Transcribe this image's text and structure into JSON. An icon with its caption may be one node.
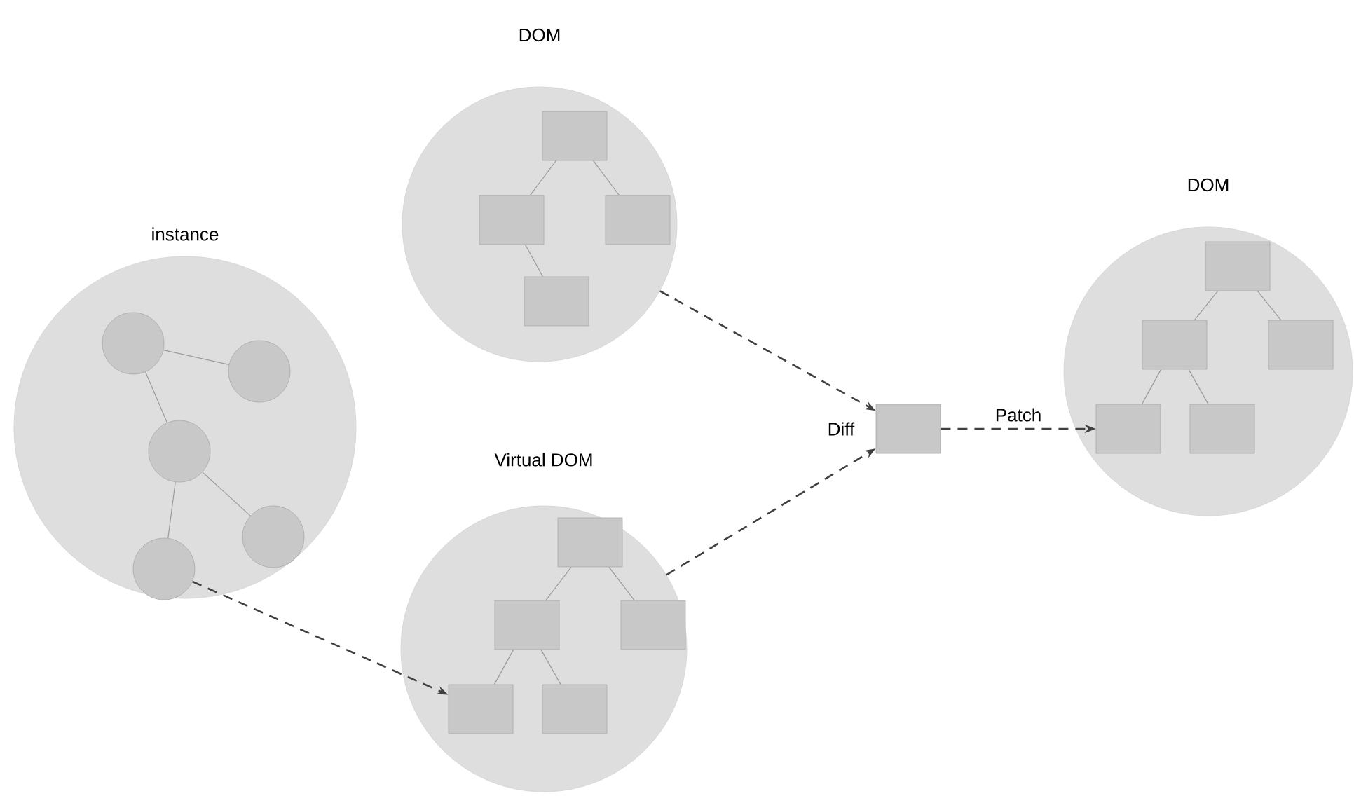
{
  "diagram": {
    "nodes": [
      {
        "text": [
          "instance"
        ]
      },
      {
        "text": [],
        "shape": "circle",
        "in": 0
      },
      {
        "text": [],
        "shape": "circle",
        "in": 0
      },
      {
        "text": [],
        "shape": "circle",
        "in": 0
      },
      {
        "text": [],
        "shape": "circle",
        "in": 0
      },
      {
        "text": [],
        "shape": "circle",
        "in": 0
      },
      {
        "text": [
          "DOM"
        ]
      },
      {
        "text": [],
        "shape": "box",
        "in": 6
      },
      {
        "text": [],
        "shape": "box",
        "in": 6
      },
      {
        "text": [],
        "shape": "box",
        "in": 6
      },
      {
        "text": [],
        "shape": "box",
        "in": 6
      },
      {
        "text": [
          "Virtual DOM"
        ]
      },
      {
        "text": [],
        "shape": "box",
        "in": 11
      },
      {
        "text": [],
        "shape": "box",
        "in": 11
      },
      {
        "text": [],
        "shape": "box",
        "in": 11
      },
      {
        "text": [],
        "shape": "box",
        "in": 11
      },
      {
        "text": [],
        "shape": "box",
        "in": 11
      },
      {
        "text": [],
        "shape": "box",
        "beside": [
          "Diff"
        ]
      },
      {
        "text": [
          "DOM"
        ]
      },
      {
        "text": [],
        "shape": "box",
        "in": 18
      },
      {
        "text": [],
        "shape": "box",
        "in": 18
      },
      {
        "text": [],
        "shape": "box",
        "in": 18
      },
      {
        "text": [],
        "shape": "box",
        "in": 18
      },
      {
        "text": [],
        "shape": "box",
        "in": 18
      }
    ],
    "edges": [
      {
        "from": 1,
        "to": 2,
        "arrow": "none"
      },
      {
        "from": 1,
        "to": 3,
        "arrow": "none"
      },
      {
        "from": 3,
        "to": 4,
        "arrow": "none"
      },
      {
        "from": 3,
        "to": 5,
        "arrow": "none"
      },
      {
        "from": 7,
        "to": 8,
        "arrow": "none"
      },
      {
        "from": 7,
        "to": 9,
        "arrow": "none"
      },
      {
        "from": 8,
        "to": 10,
        "arrow": "none"
      },
      {
        "from": 12,
        "to": 13,
        "arrow": "none"
      },
      {
        "from": 12,
        "to": 14,
        "arrow": "none"
      },
      {
        "from": 13,
        "to": 15,
        "arrow": "none"
      },
      {
        "from": 13,
        "to": 16,
        "arrow": "none"
      },
      {
        "from": 19,
        "to": 20,
        "arrow": "none"
      },
      {
        "from": 19,
        "to": 21,
        "arrow": "none"
      },
      {
        "from": 20,
        "to": 22,
        "arrow": "none"
      },
      {
        "from": 20,
        "to": 23,
        "arrow": "none"
      },
      {
        "from": 5,
        "to": 15,
        "arrow": "to",
        "style": "dashed",
        "color": "#404040"
      },
      {
        "from": 6,
        "to": 17,
        "arrow": "to",
        "style": "dashed",
        "color": "#404040"
      },
      {
        "from": 11,
        "to": 17,
        "arrow": "to",
        "style": "dashed",
        "color": "#404040"
      },
      {
        "from": 17,
        "to": 22,
        "label": "Patch",
        "arrow": "to",
        "style": "dashed",
        "color": "#404040"
      }
    ]
  }
}
